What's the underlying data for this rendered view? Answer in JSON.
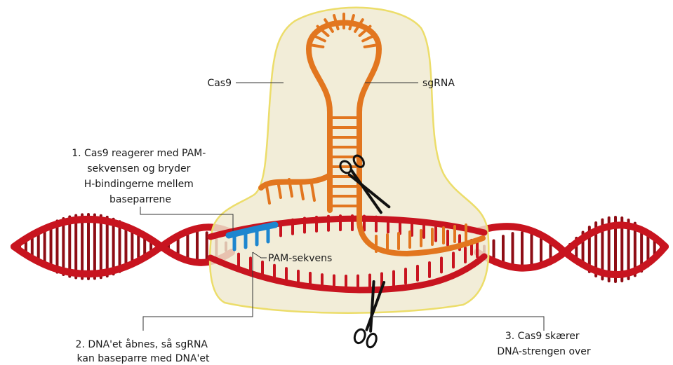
{
  "labels": {
    "cas9": "Cas9",
    "sgrna": "sgRNA",
    "pam": "PAM-sekvens",
    "step1": [
      "1. Cas9 reagerer med PAM-",
      "sekvensen og bryder",
      "H-bindingerne mellem",
      "baseparrene"
    ],
    "step2": [
      "2. DNA'et åbnes, så sgRNA",
      "kan baseparre med DNA'et"
    ],
    "step3": [
      "3. Cas9 skærer",
      "DNA-strengen over"
    ]
  },
  "colors": {
    "dna": "#c8141f",
    "dna_dark": "#8e0d15",
    "rna": "#e2761f",
    "pam": "#1c86cf",
    "protein_fill": "#efe9cf",
    "protein_edge": "#ecdd6a"
  },
  "icons": {
    "scissors": "scissors-icon"
  }
}
